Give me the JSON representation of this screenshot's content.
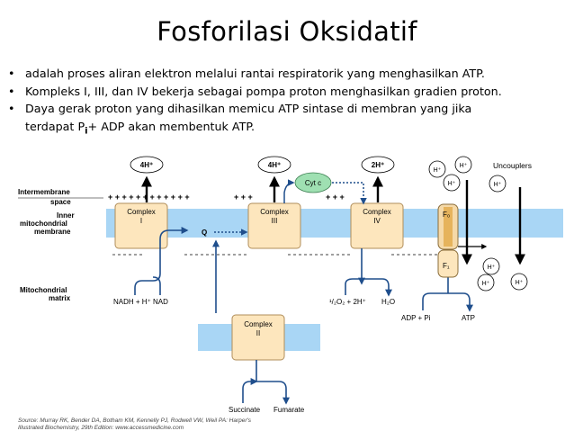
{
  "slide": {
    "title": "Fosforilasi Oksidatif",
    "bullets": [
      {
        "text": "adalah proses aliran elektron melalui rantai respiratorik yang menghasilkan ATP."
      },
      {
        "text": "Kompleks I, III, dan IV bekerja sebagai pompa proton menghasilkan gradien proton."
      },
      {
        "line1": "Daya gerak proton yang dihasilkan memicu ATP sintase di membran yang jika",
        "pre": "terdapat P",
        "sub": "i",
        "post": "+ ADP akan membentuk ATP."
      }
    ]
  },
  "diagram": {
    "labels": {
      "intermembrane_1": "Intermembrane",
      "intermembrane_2": "space",
      "inner_1": "Inner",
      "inner_2": "mitochondrial",
      "inner_3": "membrane",
      "matrix_1": "Mitochondrial",
      "matrix_2": "matrix",
      "uncouplers": "Uncouplers",
      "q": "Q",
      "cytc": "Cyt c",
      "f0": "F₀",
      "f1": "F₁",
      "plus_signs": "+ + + + + +   + + + + + +",
      "plus_signs_2": "+ + +",
      "plus_signs_3": "+ + +"
    },
    "complexes": [
      {
        "name": "Complex",
        "num": "I"
      },
      {
        "name": "Complex",
        "num": "III"
      },
      {
        "name": "Complex",
        "num": "IV"
      },
      {
        "name": "Complex",
        "num": "II"
      }
    ],
    "proton_pumps": [
      "4H⁺",
      "4H⁺",
      "2H⁺"
    ],
    "proton_circles": [
      "H⁺",
      "H⁺",
      "H⁺",
      "H⁺",
      "H⁺",
      "H⁺",
      "H⁺"
    ],
    "substrates": {
      "nadh": "NADH + H⁺ NAD",
      "oxygen": "¹/₂O₂ + 2H⁺",
      "water": "H₂O",
      "adp": "ADP + Pi",
      "atp": "ATP",
      "succinate": "Succinate",
      "fumarate": "Fumarate"
    },
    "source_line1": "Source: Murray RK, Bender DA, Botham KM, Kennelly PJ, Rodwell VW, Weil PA: Harper's",
    "source_line2": "Illustrated Biochemistry, 29th Edition: www.accessmedicine.com",
    "colors": {
      "membrane": "#a9d6f5",
      "complex_fill": "#fde6bd",
      "complex_stroke": "#b08d5a",
      "arrow_blue": "#1f4e8c",
      "cytc_fill": "#9fe0b2"
    }
  }
}
